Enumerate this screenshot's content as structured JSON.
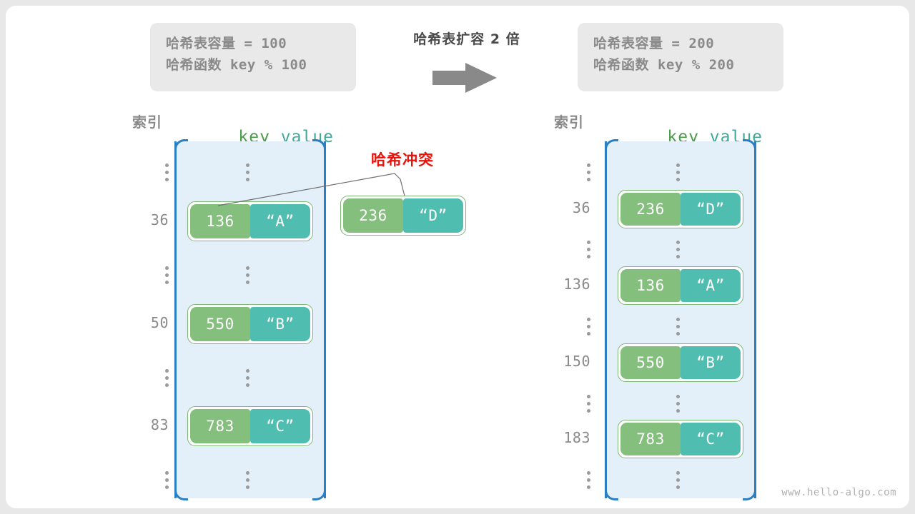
{
  "center": {
    "title": "哈希表扩容 2 倍",
    "arrow_icon": "right-arrow-icon"
  },
  "left_panel": {
    "info": {
      "capacity_line": "哈希表容量 = 100",
      "hash_function_line": "哈希函数 key % 100"
    },
    "caption_index": "索引",
    "caption_key": "key",
    "caption_value": "value",
    "rows": [
      {
        "index": "⋮",
        "type": "dots"
      },
      {
        "index": "36",
        "type": "pair",
        "key": "136",
        "value": "“A”"
      },
      {
        "index": "⋮",
        "type": "dots"
      },
      {
        "index": "50",
        "type": "pair",
        "key": "550",
        "value": "“B”"
      },
      {
        "index": "⋮",
        "type": "dots"
      },
      {
        "index": "83",
        "type": "pair",
        "key": "783",
        "value": "“C”"
      },
      {
        "index": "⋮",
        "type": "dots"
      }
    ]
  },
  "collision": {
    "label": "哈希冲突",
    "pair": {
      "key": "236",
      "value": "“D”"
    },
    "color": "#e8140c"
  },
  "right_panel": {
    "info": {
      "capacity_line": "哈希表容量 = 200",
      "hash_function_line": "哈希函数 key % 200"
    },
    "caption_index": "索引",
    "caption_key": "key",
    "caption_value": "value",
    "rows": [
      {
        "index": "⋮",
        "type": "dots"
      },
      {
        "index": "36",
        "type": "pair",
        "key": "236",
        "value": "“D”"
      },
      {
        "index": "⋮",
        "type": "dots"
      },
      {
        "index": "136",
        "type": "pair",
        "key": "136",
        "value": "“A”"
      },
      {
        "index": "⋮",
        "type": "dots"
      },
      {
        "index": "150",
        "type": "pair",
        "key": "550",
        "value": "“B”"
      },
      {
        "index": "⋮",
        "type": "dots"
      },
      {
        "index": "183",
        "type": "pair",
        "key": "783",
        "value": "“C”"
      },
      {
        "index": "⋮",
        "type": "dots"
      }
    ]
  },
  "watermark": "www.hello-algo.com",
  "colors": {
    "key_cell": "#85bf7d",
    "value_cell": "#4fbdb0",
    "bucket_bg": "#e3eff9",
    "bucket_border": "#2a7fc4",
    "pair_border": "#7fb874",
    "collision_red": "#e8140c",
    "info_bg": "#e9e9e9",
    "muted_text": "#8a8a8a"
  }
}
